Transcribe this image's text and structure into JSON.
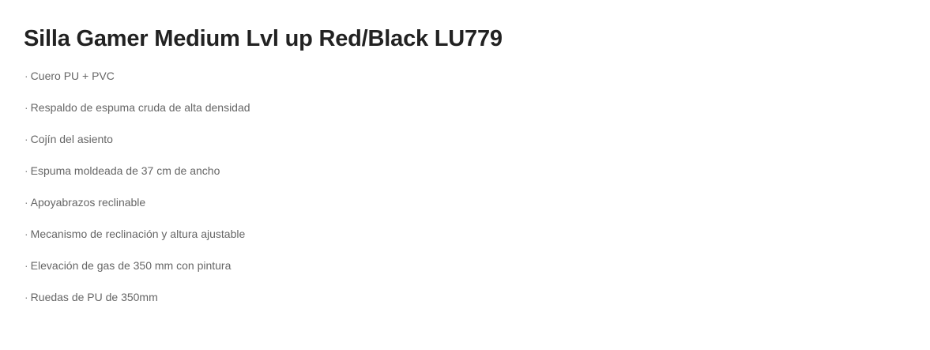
{
  "product": {
    "title": "Silla Gamer Medium Lvl up Red/Black LU779",
    "bullet": "·",
    "features": [
      "Cuero PU + PVC",
      "Respaldo de espuma cruda de alta densidad",
      "Cojín del asiento",
      "Espuma moldeada de 37 cm de ancho",
      "Apoyabrazos reclinable",
      "Mecanismo de reclinación y altura ajustable",
      "Elevación de gas de 350 mm con pintura",
      "Ruedas de PU de 350mm"
    ]
  }
}
